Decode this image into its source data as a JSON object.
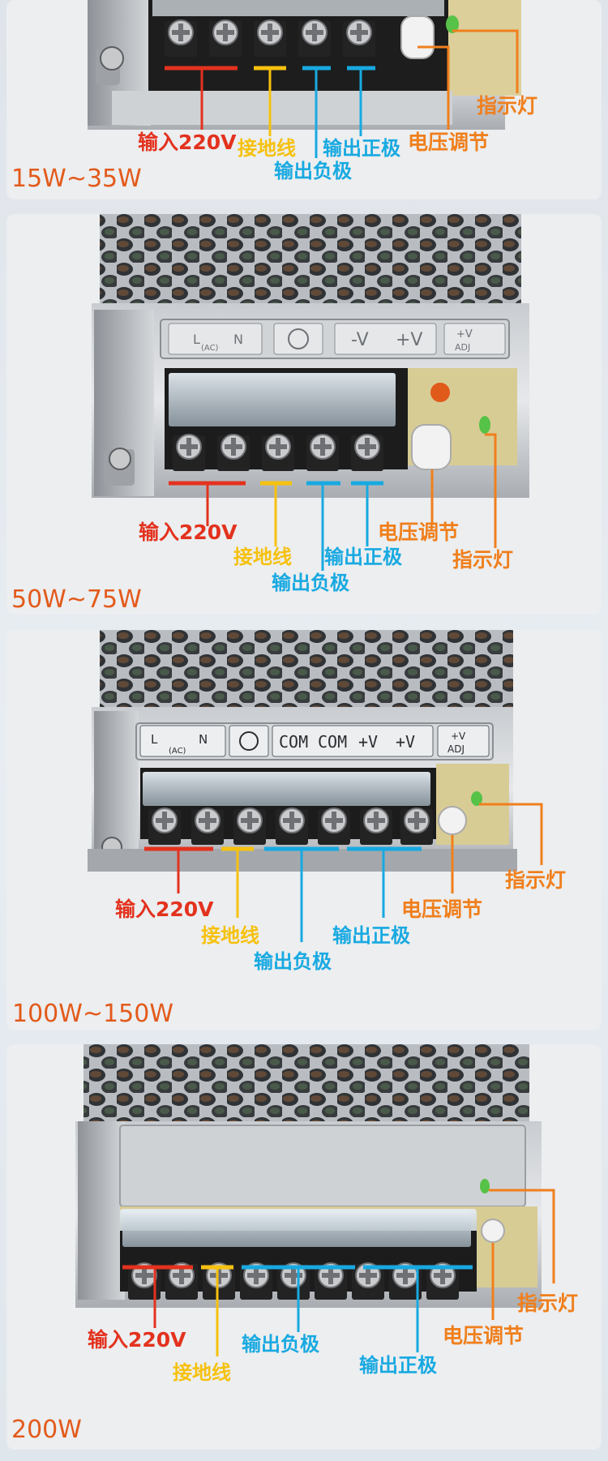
{
  "panels": [
    {
      "model": "15W~35W",
      "labels": {
        "input": "输入220V",
        "ground": "接地线",
        "negative": "输出负极",
        "positive": "输出正极",
        "voltage_adjust": "电压调节",
        "indicator": "指示灯"
      }
    },
    {
      "model": "50W~75W",
      "labels": {
        "input": "输入220V",
        "ground": "接地线",
        "negative": "输出负极",
        "positive": "输出正极",
        "voltage_adjust": "电压调节",
        "indicator": "指示灯"
      }
    },
    {
      "model": "100W~150W",
      "labels": {
        "input": "输入220V",
        "ground": "接地线",
        "negative": "输出负极",
        "positive": "输出正极",
        "voltage_adjust": "电压调节",
        "indicator": "指示灯"
      }
    },
    {
      "model": "200W",
      "labels": {
        "input": "输入220V",
        "ground": "接地线",
        "negative": "输出负极",
        "positive": "输出正极",
        "voltage_adjust": "电压调节",
        "indicator": "指示灯"
      }
    }
  ],
  "terminal_printing": {
    "p2": [
      "L",
      "(AC)",
      "N",
      "-V",
      "+V",
      "+V",
      "ADJ"
    ],
    "p3": [
      "L",
      "(AC)",
      "N",
      "COM",
      "COM",
      "+V",
      "+V",
      "+V",
      "ADJ"
    ]
  },
  "colors": {
    "input": "#e3321e",
    "ground": "#f6c10f",
    "output": "#18a9e1",
    "accent": "#f07f1c",
    "model_text": "#e35a1b"
  }
}
